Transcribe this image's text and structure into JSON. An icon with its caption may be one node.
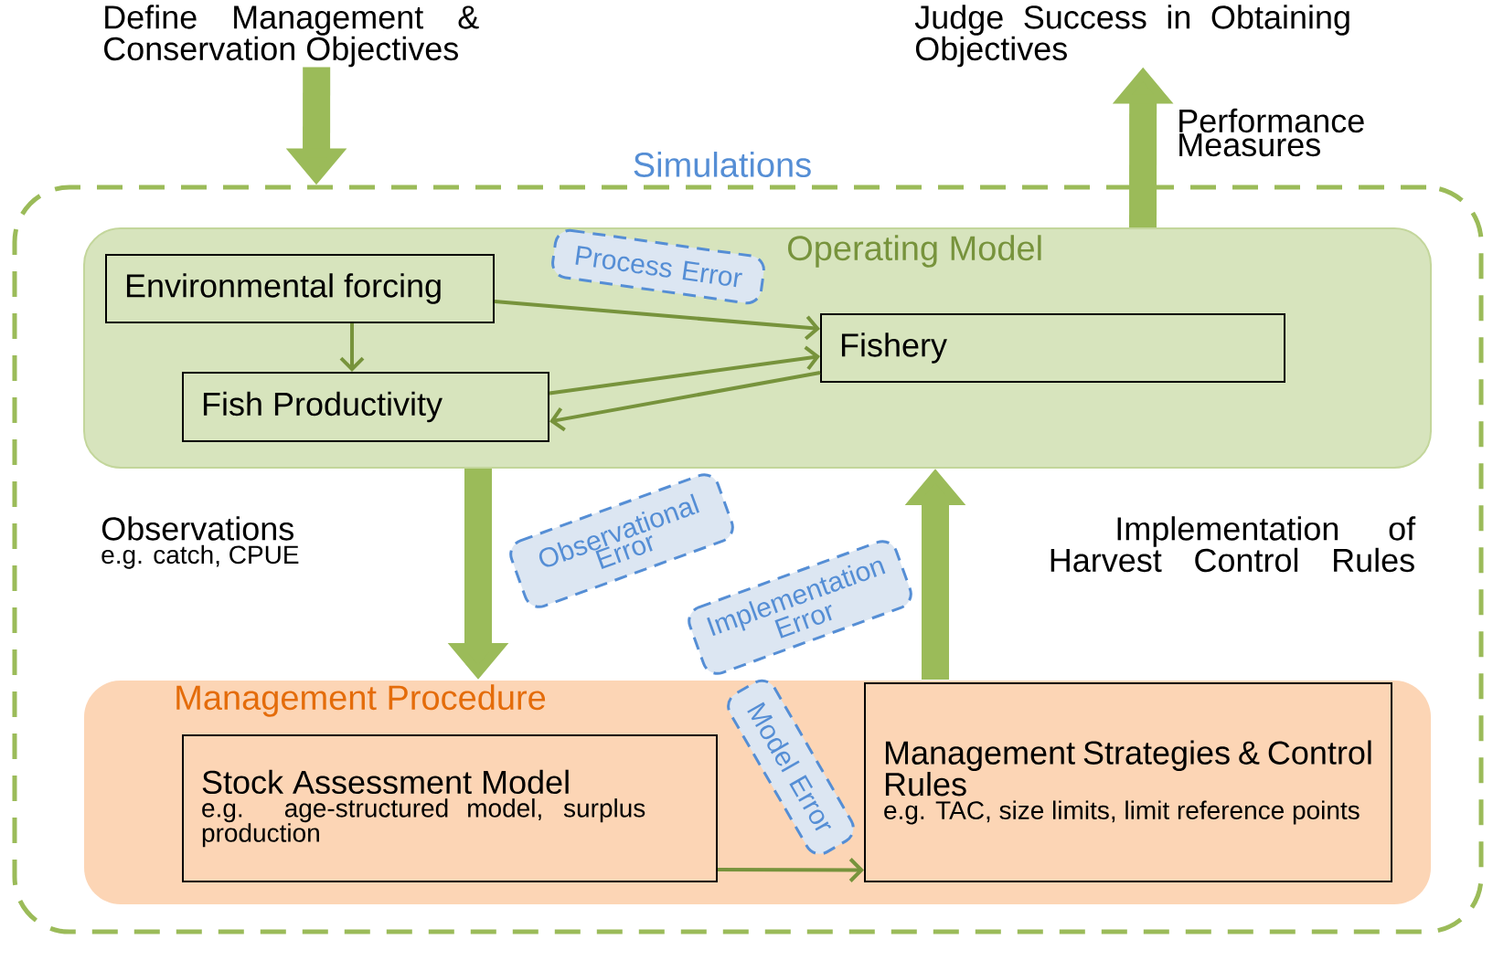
{
  "diagram": {
    "nodes": [
      {
        "text": [
          "Define Management & Conservation Objectives"
        ]
      },
      {
        "text": [
          "Judge Success in Obtaining Objectives"
        ]
      },
      {
        "text": [
          "Simulations"
        ]
      },
      {
        "text": [
          "Operating Model"
        ],
        "in": 2
      },
      {
        "text": [
          "Environmental forcing"
        ],
        "in": 3
      },
      {
        "text": [
          "Fish Productivity"
        ],
        "in": 3
      },
      {
        "text": [
          "Fishery"
        ],
        "in": 3
      },
      {
        "text": [
          "Process Error"
        ],
        "in": 3
      },
      {
        "text": [
          "Observations",
          "e.g. catch, CPUE"
        ],
        "in": 2
      },
      {
        "text": [
          "Observational Error"
        ],
        "in": 2
      },
      {
        "text": [
          "Implementation Error"
        ],
        "in": 2
      },
      {
        "text": [
          "Implementation of Harvest Control Rules"
        ],
        "in": 2
      },
      {
        "text": [
          "Management Procedure"
        ],
        "in": 2
      },
      {
        "text": [
          "Stock Assessment Model",
          "e.g. age-structured model, surplus production"
        ],
        "in": 12
      },
      {
        "text": [
          "Management Strategies & Control Rules",
          "e.g. TAC, size limits, limit reference points"
        ],
        "in": 12
      },
      {
        "text": [
          "Model Error"
        ],
        "in": 12
      }
    ],
    "edges": [
      {
        "from": 0,
        "to": 2,
        "arrow": "to",
        "style": "thick",
        "color": "#9bbb59"
      },
      {
        "from": 3,
        "to": 1,
        "arrow": "to",
        "style": "thick",
        "color": "#9bbb59",
        "label": "Performance Measures"
      },
      {
        "from": 4,
        "to": 5,
        "arrow": "to"
      },
      {
        "from": 4,
        "to": 6,
        "arrow": "to"
      },
      {
        "from": 5,
        "to": 6,
        "arrow": "to"
      },
      {
        "from": 6,
        "to": 5,
        "arrow": "to"
      },
      {
        "from": 3,
        "to": 12,
        "arrow": "to",
        "style": "thick",
        "color": "#9bbb59"
      },
      {
        "from": 12,
        "to": 3,
        "arrow": "to",
        "style": "thick",
        "color": "#9bbb59"
      },
      {
        "from": 13,
        "to": 14,
        "arrow": "to"
      }
    ]
  }
}
